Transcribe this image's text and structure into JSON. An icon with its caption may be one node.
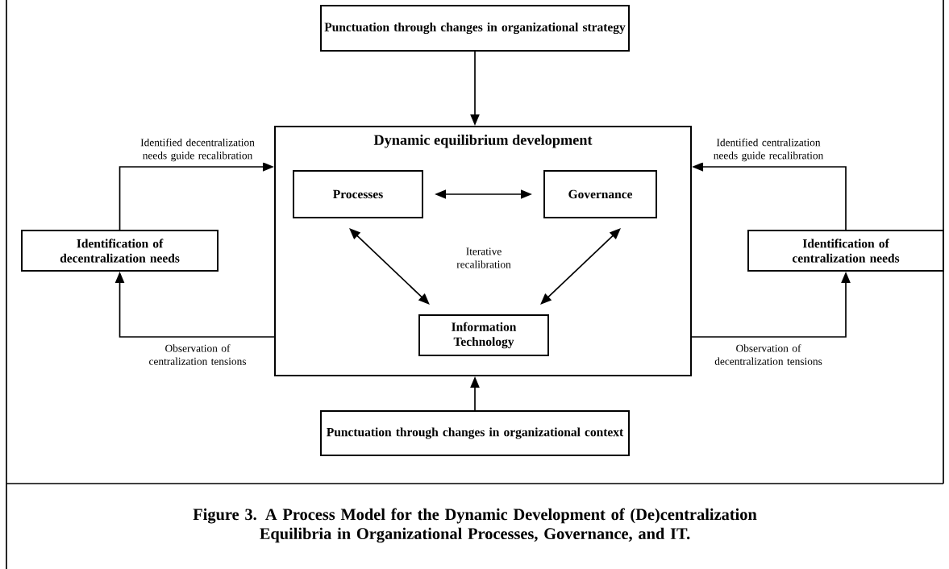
{
  "diagram": {
    "caption": "Figure 3. A Process Model for the Dynamic Development of (De)centralization Equilibria in Organizational Processes, Governance, and IT.",
    "nodes": [
      {
        "text": [
          "Punctuation through changes in organizational strategy"
        ]
      },
      {
        "text": [
          "Dynamic equilibrium development"
        ]
      },
      {
        "text": [
          "Processes"
        ],
        "in": 1
      },
      {
        "text": [
          "Governance"
        ],
        "in": 1
      },
      {
        "text": [
          "Information Technology"
        ],
        "in": 1
      },
      {
        "text": [
          "Identification of decentralization needs"
        ]
      },
      {
        "text": [
          "Identification of centralization needs"
        ]
      },
      {
        "text": [
          "Punctuation through changes in organizational context"
        ]
      }
    ],
    "edges": [
      {
        "from": 0,
        "to": 1,
        "arrow": "to"
      },
      {
        "from": 7,
        "to": 1,
        "arrow": "to"
      },
      {
        "from": 2,
        "to": 3,
        "arrow": "both"
      },
      {
        "from": 2,
        "to": 4,
        "arrow": "both"
      },
      {
        "from": 3,
        "to": 4,
        "arrow": "both"
      },
      {
        "from": 5,
        "to": 1,
        "arrow": "to",
        "label": "Identified decentralization needs guide recalibration"
      },
      {
        "from": 1,
        "to": 5,
        "arrow": "to",
        "label": "Observation of centralization tensions"
      },
      {
        "from": 6,
        "to": 1,
        "arrow": "to",
        "label": "Identified centralization needs guide recalibration"
      },
      {
        "from": 1,
        "to": 6,
        "arrow": "to",
        "label": "Observation of decentralization tensions"
      }
    ],
    "labels": [
      "Iterative recalibration"
    ]
  }
}
